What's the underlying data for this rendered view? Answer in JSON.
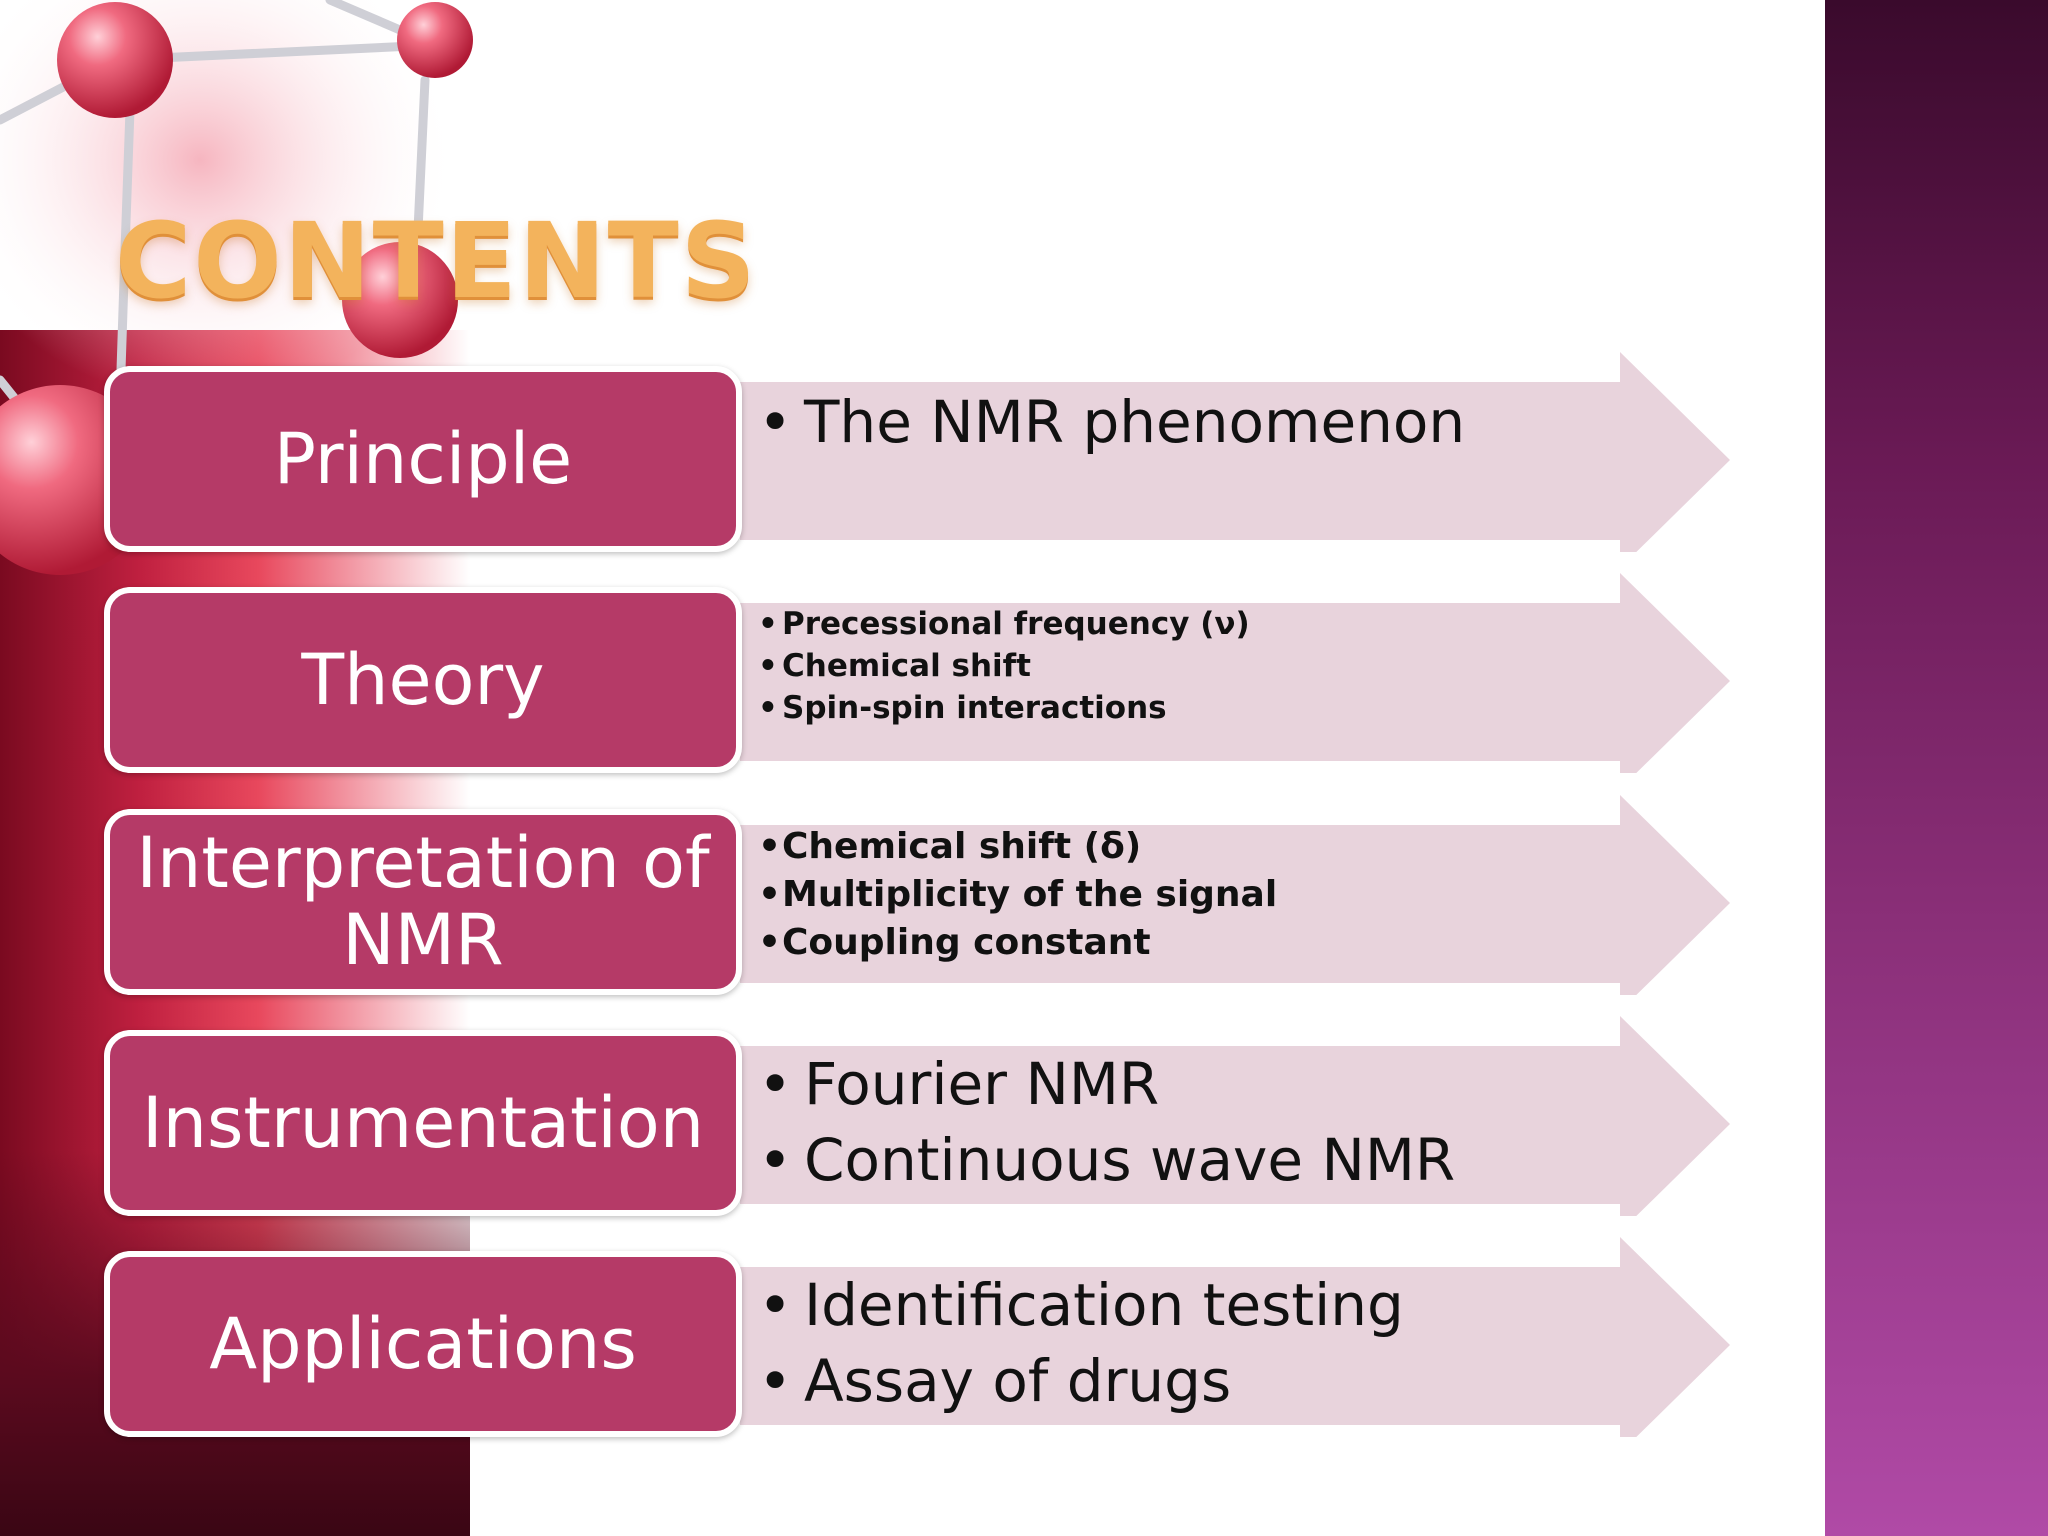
{
  "slide": {
    "title": "CONTENTS",
    "watermark": "molecule",
    "colors": {
      "title_gold": "#f3b35c",
      "label_box": "#b53a67",
      "arrow_fill": "#e8d3dc",
      "band_purple": "#8a2f78"
    }
  },
  "rows": [
    {
      "label": "Principle",
      "items": [
        "The NMR phenomenon"
      ]
    },
    {
      "label": "Theory",
      "items": [
        "Precessional frequency (ν)",
        "Chemical shift",
        "Spin-spin interactions"
      ]
    },
    {
      "label_line1": "Interpretation of",
      "label_line2": "NMR",
      "items": [
        "Chemical shift (δ)",
        "Multiplicity of the signal",
        "Coupling constant"
      ]
    },
    {
      "label": "Instrumentation",
      "items": [
        "Fourier NMR",
        "Continuous wave NMR"
      ]
    },
    {
      "label": "Applications",
      "items": [
        "Identification testing",
        "Assay of drugs"
      ]
    }
  ]
}
